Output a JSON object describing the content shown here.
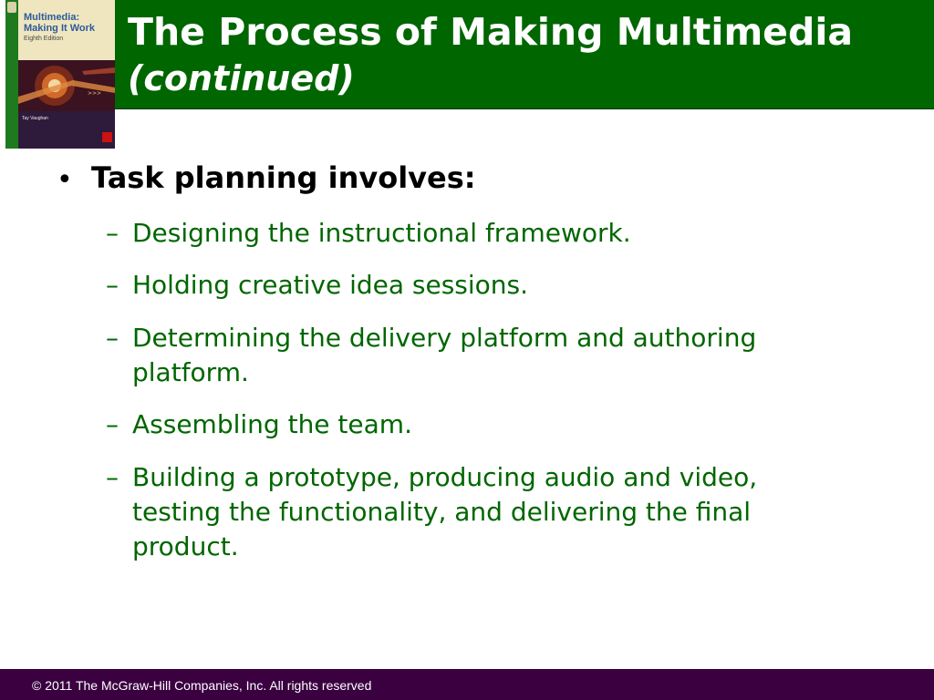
{
  "title": {
    "line1": "The Process of Making Multimedia",
    "line2": "(continued)"
  },
  "book_cover": {
    "title_line1": "Multimedia:",
    "title_line2": "Making It Work",
    "edition": "Eighth Edition",
    "author": "Tay Vaughan"
  },
  "content": {
    "bullet_symbol": "•",
    "heading": "Task planning involves:",
    "dash_symbol": "–",
    "items": [
      "Designing the instructional framework.",
      "Holding creative idea sessions.",
      "Determining the delivery platform and authoring platform.",
      "Assembling the team.",
      "Building a prototype, producing audio and video, testing the functionality, and delivering the final product."
    ]
  },
  "footer": {
    "copyright": "© 2011 The McGraw-Hill Companies, Inc. All rights reserved"
  },
  "colors": {
    "title_bar": "#006600",
    "subitem_text": "#006600",
    "footer_bar": "#3a0040"
  }
}
